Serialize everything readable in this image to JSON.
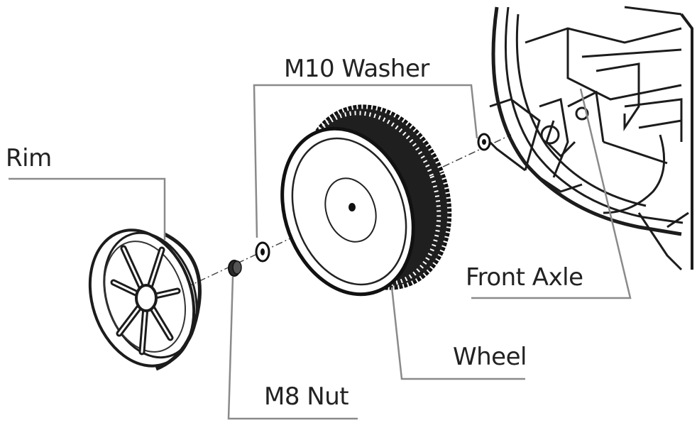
{
  "labels": {
    "washer": "M10 Washer",
    "rim": "Rim",
    "front_axle": "Front Axle",
    "wheel": "Wheel",
    "nut": "M8 Nut"
  }
}
